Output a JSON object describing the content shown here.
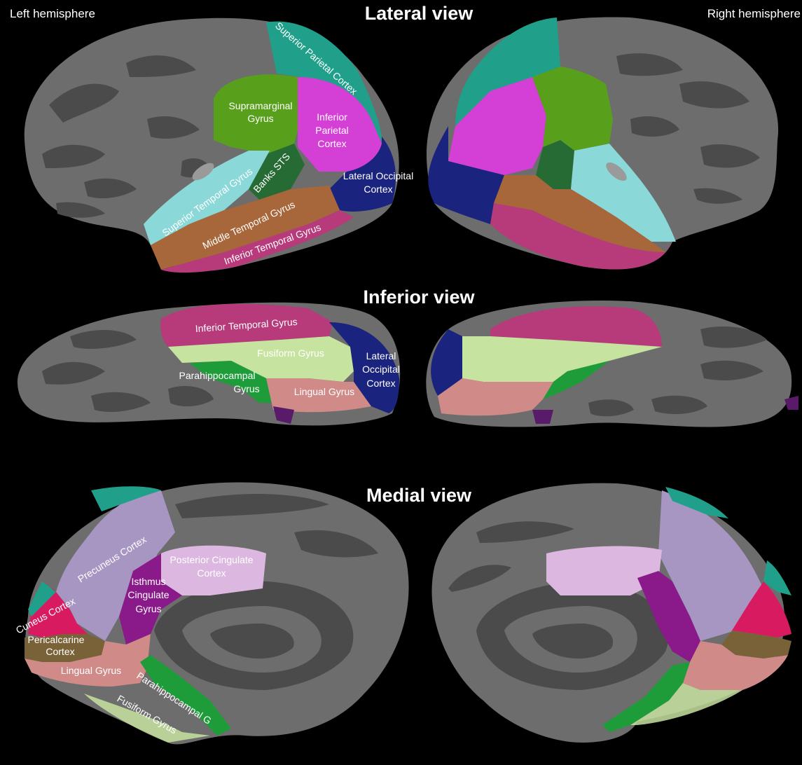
{
  "header": {
    "left_hemisphere": "Left hemisphere",
    "right_hemisphere": "Right hemisphere"
  },
  "views": {
    "lateral": "Lateral view",
    "inferior": "Inferior view",
    "medial": "Medial view"
  },
  "colors": {
    "superior_parietal": "#20a08a",
    "supramarginal": "#58a01c",
    "inferior_parietal": "#d43fd6",
    "banks_sts": "#256b33",
    "lateral_occipital": "#1a237e",
    "superior_temporal": "#8ad8d8",
    "middle_temporal": "#a8673a",
    "inferior_temporal": "#b73a7a",
    "fusiform": "#c7e3a0",
    "parahippocampal": "#1f9c3a",
    "lingual": "#d08a88",
    "precuneus": "#a796c2",
    "posterior_cingulate": "#dcb8e0",
    "isthmus_cingulate": "#8a1a8a",
    "cuneus": "#d81b60",
    "pericalcarine": "#7a6238",
    "pericalcarine_small": "#5a1a6a",
    "brain_base": "#6d6d6d",
    "brain_sulci": "#4b4b4b"
  },
  "labels": {
    "lateral": {
      "superior_parietal": "Superior Parietal Cortex",
      "supramarginal_1": "Supramarginal",
      "supramarginal_2": "Gyrus",
      "inferior_parietal_1": "Inferior",
      "inferior_parietal_2": "Parietal",
      "inferior_parietal_3": "Cortex",
      "banks_sts": "Banks STS",
      "lateral_occipital_1": "Lateral Occipital",
      "lateral_occipital_2": "Cortex",
      "superior_temporal": "Superior Temporal Gyrus",
      "middle_temporal": "Middle Temporal Gyrus",
      "inferior_temporal": "Inferior Temporal Gyrus"
    },
    "inferior": {
      "inferior_temporal": "Inferior Temporal Gyrus",
      "fusiform": "Fusiform Gyrus",
      "lateral_occipital_1": "Lateral",
      "lateral_occipital_2": "Occipital",
      "lateral_occipital_3": "Cortex",
      "parahippocampal_1": "Parahippocampal",
      "parahippocampal_2": "Gyrus",
      "lingual": "Lingual Gyrus"
    },
    "medial": {
      "precuneus": "Precuneus Cortex",
      "posterior_cingulate_1": "Posterior Cingulate",
      "posterior_cingulate_2": "Cortex",
      "isthmus_1": "Isthmus",
      "isthmus_2": "Cingulate",
      "isthmus_3": "Gyrus",
      "cuneus": "Cuneus Cortex",
      "pericalcarine_1": "Pericalcarine",
      "pericalcarine_2": "Cortex",
      "lingual": "Lingual Gyrus",
      "parahippocampal": "Parahippocampal G",
      "fusiform": "Fusiform Gyrus"
    }
  }
}
